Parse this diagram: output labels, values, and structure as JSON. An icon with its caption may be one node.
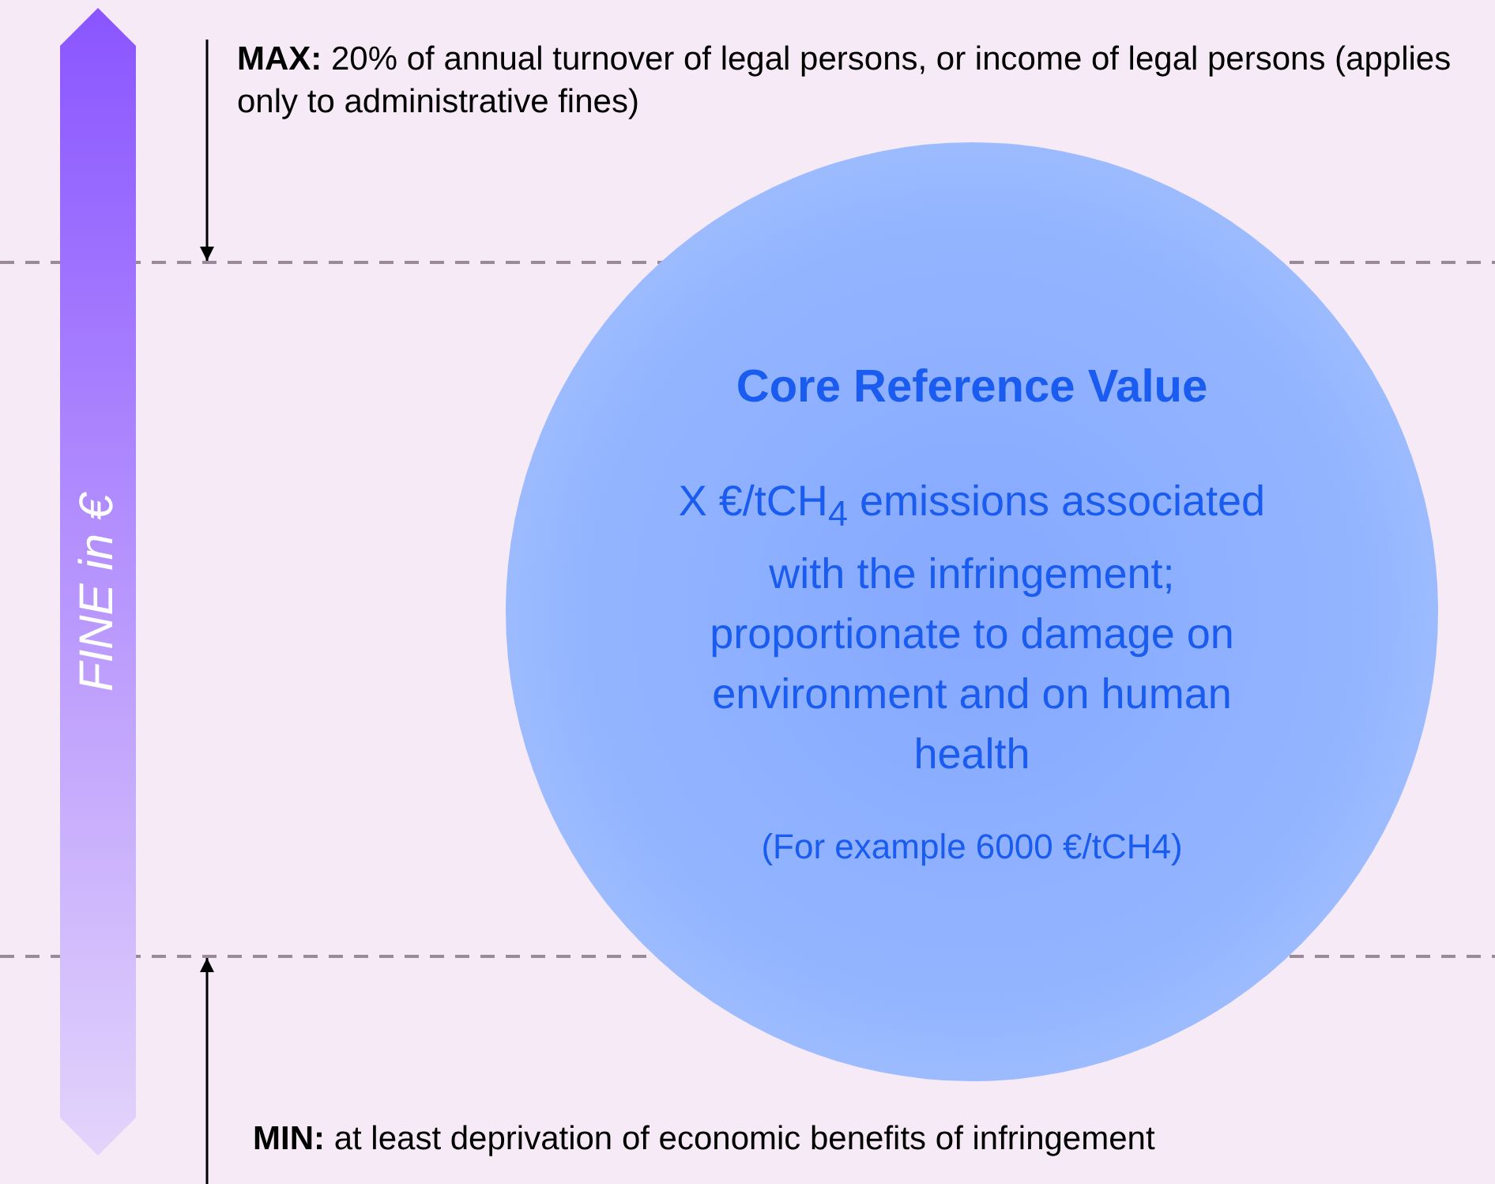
{
  "diagram": {
    "nodes": [
      {
        "text": [
          "FINE in €"
        ]
      },
      {
        "text": [
          "Core Reference Value",
          "X €/tCH$_{4}$ emissions associated with the infringement; proportionate to damage on environment and on human health",
          "(For example 6000 €/tCH4)"
        ]
      }
    ],
    "labels": [
      "**MAX:** 20% of annual turnover of legal persons, or income of legal persons (applies only to administrative fines)",
      "**MIN:** at least deprivation of economic benefits of infringement"
    ]
  }
}
